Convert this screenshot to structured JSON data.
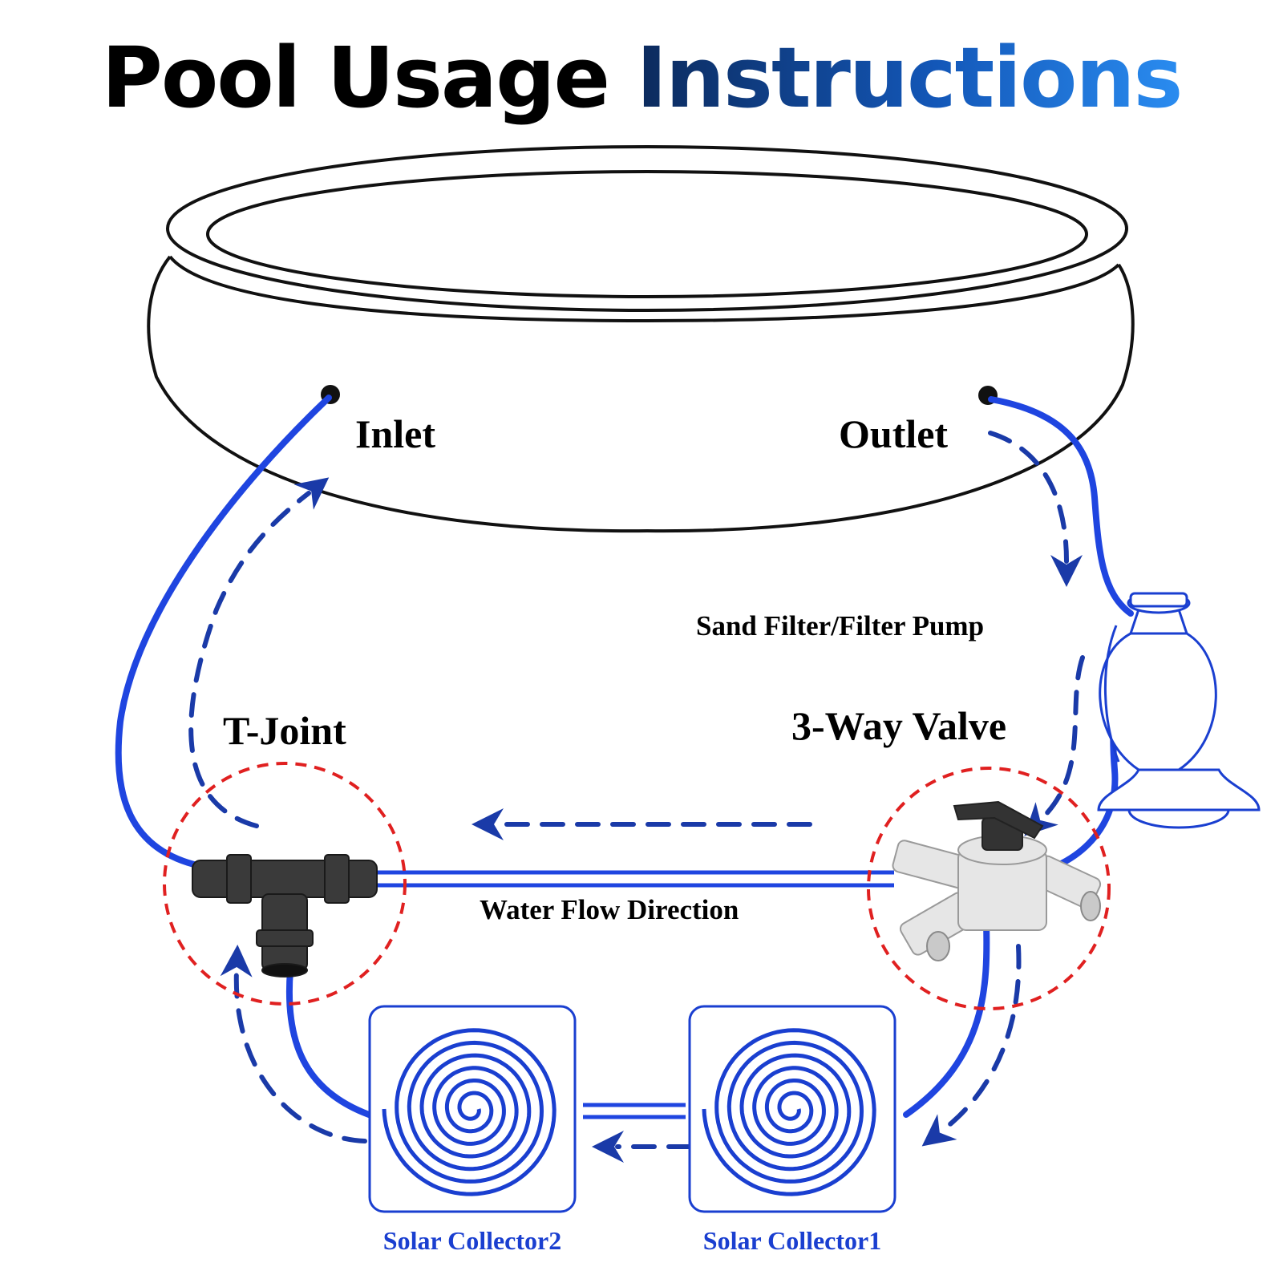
{
  "title": {
    "part1": "Pool Usage",
    "part2": "Instructions"
  },
  "labels": {
    "inlet": "Inlet",
    "outlet": "Outlet",
    "sand_filter": "Sand Filter/Filter Pump",
    "three_way_valve": "3-Way Valve",
    "t_joint": "T-Joint",
    "water_flow": "Water Flow Direction",
    "solar_collector_2": "Solar Collector2",
    "solar_collector_1": "Solar Collector1"
  },
  "colors": {
    "hose": "#1f45e0",
    "flow_arrow": "#1a3aa8",
    "highlight_circle": "#e02020",
    "outline": "#111111",
    "collector_blue": "#1a3fd0"
  }
}
